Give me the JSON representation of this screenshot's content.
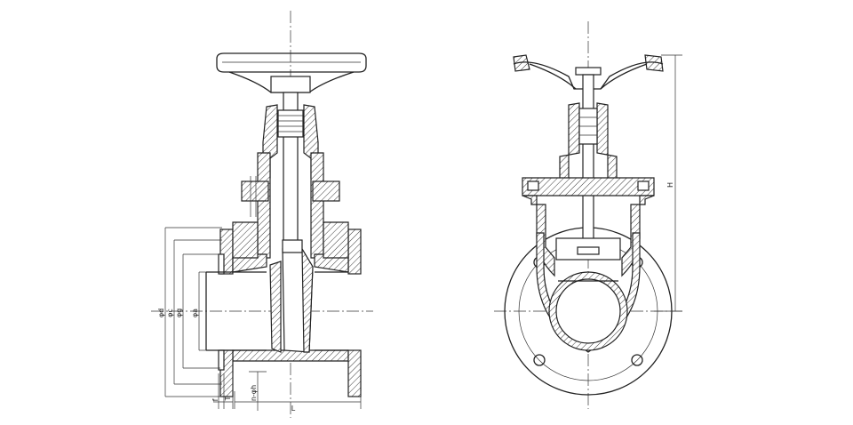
{
  "dimensions": {
    "phi_d": "φd",
    "phi_c": "φc",
    "phi_g": "φg",
    "phi_a": "φa",
    "n_phi_h": "n-φh",
    "f": "f",
    "t": "T",
    "l": "L",
    "h": "H"
  }
}
